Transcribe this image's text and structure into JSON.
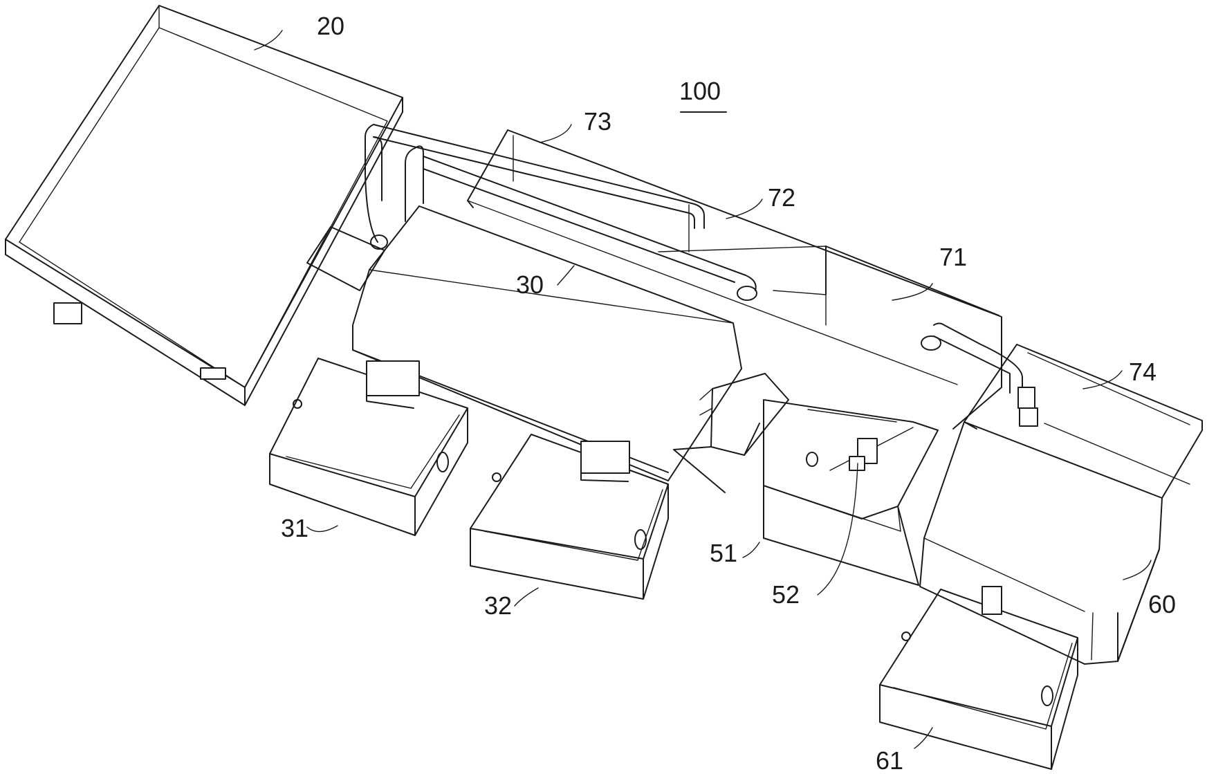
{
  "figure": {
    "assembly_label": "100",
    "labels": {
      "l20": "20",
      "l73": "73",
      "l72": "72",
      "l71": "71",
      "l30": "30",
      "l74": "74",
      "l31": "31",
      "l32": "32",
      "l51": "51",
      "l52": "52",
      "l60": "60",
      "l61": "61"
    },
    "line_color": "#1a1a1a",
    "background": "#ffffff"
  }
}
